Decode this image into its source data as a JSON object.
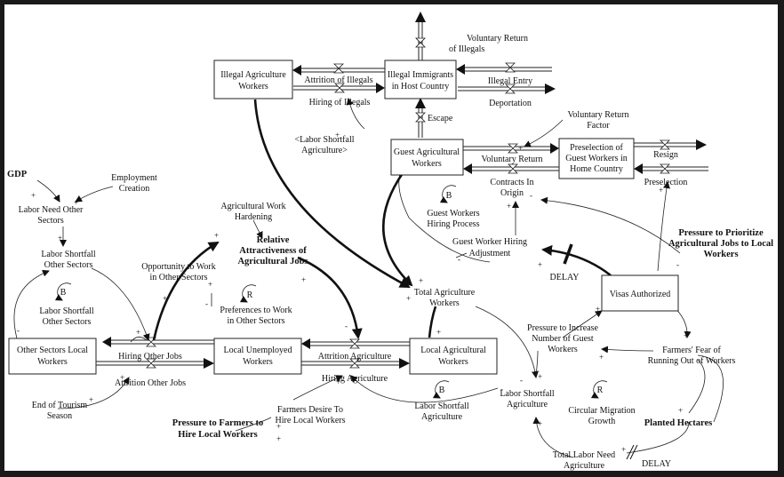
{
  "stocks": {
    "illegal_ag_workers": [
      "Illegal Agriculture",
      "Workers"
    ],
    "illegal_immigrants": [
      "Illegal Immigrants",
      "in Host Country"
    ],
    "guest_ag_workers": [
      "Guest Agricultural",
      "Workers"
    ],
    "preselection": [
      "Preselection of",
      "Guest Workers in",
      "Home Country"
    ],
    "other_sectors_local": [
      "Other Sectors Local",
      "Workers"
    ],
    "local_unemployed": [
      "Local Unemployed",
      "Workers"
    ],
    "local_ag_workers": [
      "Local Agricultural",
      "Workers"
    ],
    "visas_authorized": "Visas Authorized"
  },
  "flows": {
    "voluntary_return_illegals": [
      "Voluntary Return",
      "of Illegals"
    ],
    "attrition_illegals": "Attrition of Illegals",
    "hiring_illegals": "Hiring of Illegals",
    "illegal_entry": "Illegal Entry",
    "deportation": "Deportation",
    "escape": "Escape",
    "voluntary_return": "Voluntary Return",
    "contracts_in_origin": [
      "Contracts In",
      "Origin"
    ],
    "resign": "Resign",
    "preselection_flow": "Preselection",
    "hiring_other_jobs": "Hiring Other Jobs",
    "attrition_other_jobs": "Attrition Other Jobs",
    "attrition_agriculture": "Attrition Agriculture",
    "hiring_agriculture": "Hiring Agriculture"
  },
  "variables": {
    "labor_shortfall_ag_shadow": [
      "<Labor Shortfall",
      "Agriculture>"
    ],
    "voluntary_return_factor": [
      "Voluntary Return",
      "Factor"
    ],
    "gdp": "GDP",
    "employment_creation": [
      "Employment",
      "Creation"
    ],
    "labor_need_other": [
      "Labor Need Other",
      "Sectors"
    ],
    "labor_shortfall_other": [
      "Labor Shortfall",
      "Other Sectors"
    ],
    "ag_work_hardening": [
      "Agricultural Work",
      "Hardening"
    ],
    "relative_attractiveness": [
      "Relative",
      "Attractiveness of",
      "Agricultural Jobs"
    ],
    "opportunity_other": [
      "Opportunity to Work",
      "in Other Sectors"
    ],
    "preferences_other": [
      "Preferences to Work",
      "in Other Sectors"
    ],
    "total_ag_workers": [
      "Total Agriculture",
      "Workers"
    ],
    "guest_worker_hiring_adj": [
      "Guest Worker Hiring",
      "Adjustment"
    ],
    "pressure_prioritize": [
      "Pressure to Prioritize",
      "Agricultural Jobs to Local",
      "Workers"
    ],
    "pressure_increase": [
      "Pressure to Increase",
      "Number of Guest",
      "Workers"
    ],
    "farmers_fear": [
      "Farmers' Fear of",
      "Running Out of Workers"
    ],
    "labor_shortfall_ag": [
      "Labor Shortfall",
      "Agriculture"
    ],
    "circular_migration": [
      "Circular Migration",
      "Growth"
    ],
    "planted_hectares": "Planted Hectares",
    "total_labor_need": [
      "Total Labor Need",
      "Agriculture"
    ],
    "end_of_tourism": [
      "End of Tourism",
      "Season"
    ],
    "pressure_farmers": [
      "Pressure to Farmers to",
      "Hire Local Workers"
    ],
    "farmers_desire": [
      "Farmers Desire To",
      "Hire Local Workers"
    ]
  },
  "loops": {
    "b_guest": {
      "letter": "B",
      "label": [
        "Guest Workers",
        "Hiring Process"
      ]
    },
    "b_other": {
      "letter": "B",
      "label": [
        "Labor Shortfall",
        "Other Sectors"
      ]
    },
    "r_pref": {
      "letter": "R",
      "label": []
    },
    "b_ag": {
      "letter": "B",
      "label": [
        "Labor Shortfall",
        "Agriculture"
      ]
    },
    "r_circ": {
      "letter": "R",
      "label": []
    }
  },
  "delays": {
    "d1": "DELAY",
    "d2": "DELAY"
  },
  "polarity": {
    "plus": "+",
    "minus": "-"
  }
}
